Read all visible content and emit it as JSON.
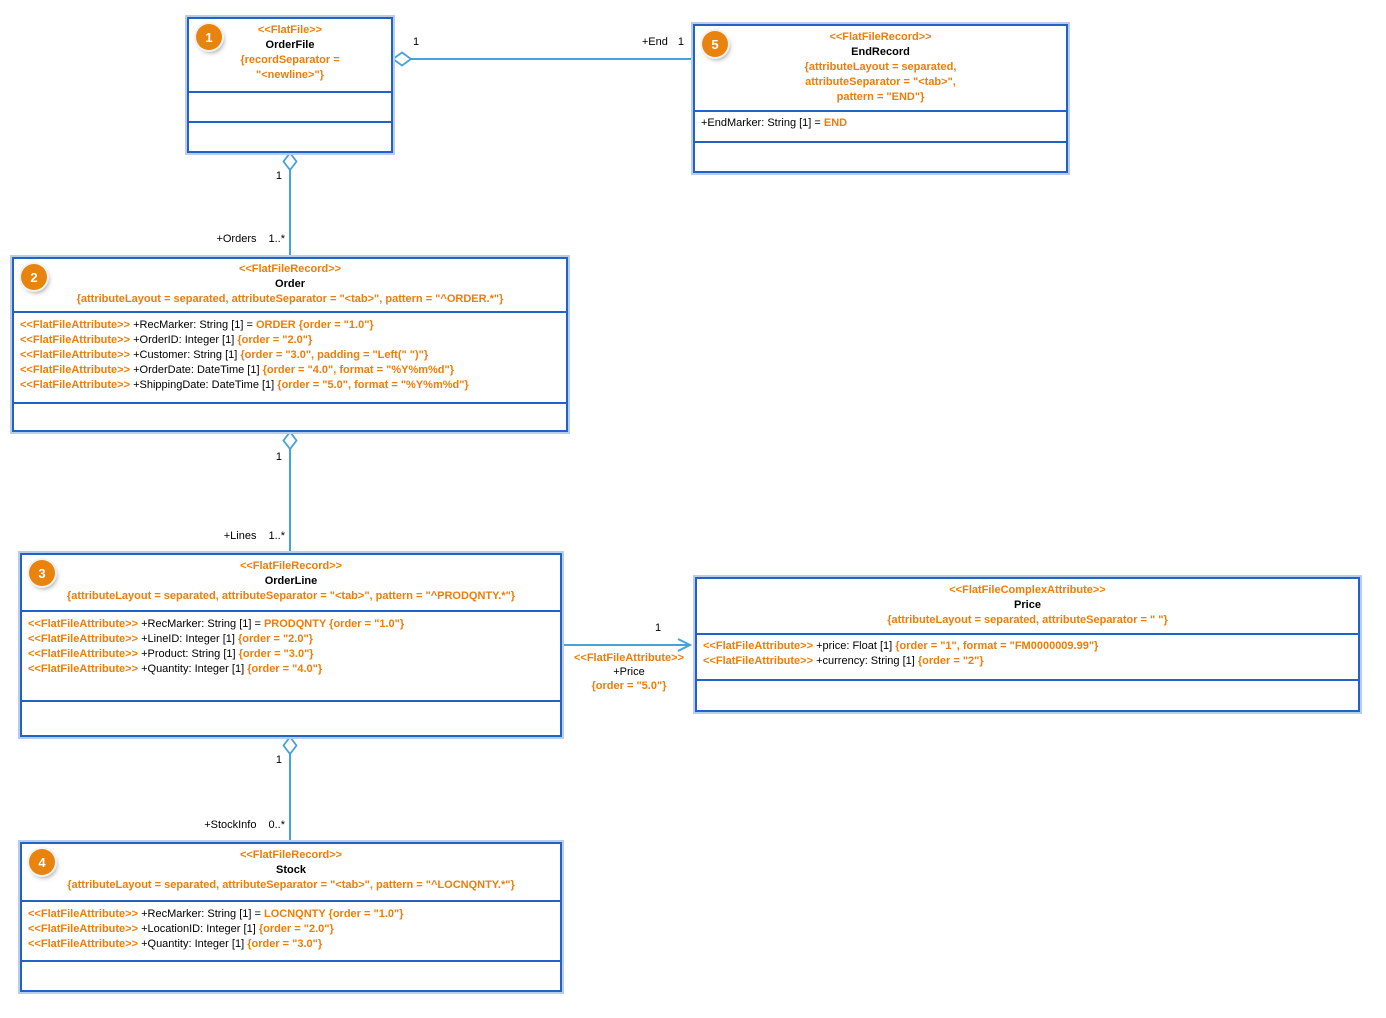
{
  "colors": {
    "box_border": "#2262c6",
    "box_glow": "#b9cde9",
    "connector": "#45a3da",
    "accent_orange": "#ee7d09",
    "badge_orange": "#e8830e"
  },
  "classes": [
    {
      "badge": "1",
      "stereotype": "<<FlatFile>>",
      "name": "OrderFile",
      "constraint": "{recordSeparator =\n\"<newline>\"}",
      "attributes": []
    },
    {
      "badge": "2",
      "stereotype": "<<FlatFileRecord>>",
      "name": "Order",
      "constraint": "{attributeLayout = separated, attributeSeparator = \"<tab>\", pattern = \"^ORDER.*\"}",
      "attributes": [
        [
          [
            "<<FlatFileAttribute>>",
            "o"
          ],
          [
            " +RecMarker: String [1] = ",
            "k"
          ],
          [
            "ORDER {order = \"1.0\"}",
            "o"
          ]
        ],
        [
          [
            "<<FlatFileAttribute>>",
            "o"
          ],
          [
            " +OrderID: Integer [1] ",
            "k"
          ],
          [
            "{order = \"2.0\"}",
            "o"
          ]
        ],
        [
          [
            "<<FlatFileAttribute>>",
            "o"
          ],
          [
            " +Customer: String [1] ",
            "k"
          ],
          [
            "{order = \"3.0\", padding = \"Left(\" \")\"}",
            "o"
          ]
        ],
        [
          [
            "<<FlatFileAttribute>>",
            "o"
          ],
          [
            " +OrderDate: DateTime [1] ",
            "k"
          ],
          [
            "{order = \"4.0\", format = \"%Y%m%d\"}",
            "o"
          ]
        ],
        [
          [
            "<<FlatFileAttribute>>",
            "o"
          ],
          [
            " +ShippingDate: DateTime [1] ",
            "k"
          ],
          [
            "{order = \"5.0\", format = \"%Y%m%d\"}",
            "o"
          ]
        ]
      ]
    },
    {
      "badge": "3",
      "stereotype": "<<FlatFileRecord>>",
      "name": "OrderLine",
      "constraint": "{attributeLayout = separated, attributeSeparator = \"<tab>\", pattern = \"^PRODQNTY.*\"}",
      "attributes": [
        [
          [
            "<<FlatFileAttribute>>",
            "o"
          ],
          [
            " +RecMarker: String [1] = ",
            "k"
          ],
          [
            "PRODQNTY {order = \"1.0\"}",
            "o"
          ]
        ],
        [
          [
            "<<FlatFileAttribute>>",
            "o"
          ],
          [
            " +LineID: Integer [1] ",
            "k"
          ],
          [
            "{order = \"2.0\"}",
            "o"
          ]
        ],
        [
          [
            "<<FlatFileAttribute>>",
            "o"
          ],
          [
            " +Product: String [1] ",
            "k"
          ],
          [
            "{order = \"3.0\"}",
            "o"
          ]
        ],
        [
          [
            "<<FlatFileAttribute>>",
            "o"
          ],
          [
            " +Quantity: Integer [1] ",
            "k"
          ],
          [
            "{order = \"4.0\"}",
            "o"
          ]
        ]
      ]
    },
    {
      "badge": "4",
      "stereotype": "<<FlatFileRecord>>",
      "name": "Stock",
      "constraint": "{attributeLayout = separated, attributeSeparator = \"<tab>\", pattern = \"^LOCNQNTY.*\"}",
      "attributes": [
        [
          [
            "<<FlatFileAttribute>>",
            "o"
          ],
          [
            " +RecMarker: String [1] = ",
            "k"
          ],
          [
            "LOCNQNTY {order = \"1.0\"}",
            "o"
          ]
        ],
        [
          [
            "<<FlatFileAttribute>>",
            "o"
          ],
          [
            " +LocationID: Integer [1] ",
            "k"
          ],
          [
            "{order = \"2.0\"}",
            "o"
          ]
        ],
        [
          [
            "<<FlatFileAttribute>>",
            "o"
          ],
          [
            " +Quantity: Integer [1] ",
            "k"
          ],
          [
            "{order = \"3.0\"}",
            "o"
          ]
        ]
      ]
    },
    {
      "badge": "5",
      "stereotype": "<<FlatFileRecord>>",
      "name": "EndRecord",
      "constraint": "{attributeLayout = separated,\nattributeSeparator = \"<tab>\",\npattern = \"END\"}",
      "attributes": [
        [
          [
            "+EndMarker: String [1] = ",
            "k"
          ],
          [
            "END",
            "o"
          ]
        ]
      ]
    },
    {
      "stereotype": "<<FlatFileComplexAttribute>>",
      "name": "Price",
      "constraint": "{attributeLayout = separated, attributeSeparator = \" \"}",
      "attributes": [
        [
          [
            "<<FlatFileAttribute>>",
            "o"
          ],
          [
            " +price: Float [1] ",
            "k"
          ],
          [
            "{order = \"1\", format = \"FM0000009.99\"}",
            "o"
          ]
        ],
        [
          [
            "<<FlatFileAttribute>>",
            "o"
          ],
          [
            " +currency: String [1] ",
            "k"
          ],
          [
            "{order = \"2\"}",
            "o"
          ]
        ]
      ]
    }
  ],
  "edges": {
    "file_end": {
      "source_mult": "1",
      "role": "+End",
      "target_mult": "1"
    },
    "file_orders": {
      "source_mult": "1",
      "role": "+Orders",
      "target_mult": "1..*"
    },
    "order_lines": {
      "source_mult": "1",
      "role": "+Lines",
      "target_mult": "1..*"
    },
    "line_stock": {
      "source_mult": "1",
      "role": "+StockInfo",
      "target_mult": "0..*"
    },
    "line_price": {
      "target_mult": "1",
      "stereotype": "<<FlatFileAttribute>>",
      "role": "+Price",
      "constraint": "{order = \"5.0\"}"
    }
  }
}
